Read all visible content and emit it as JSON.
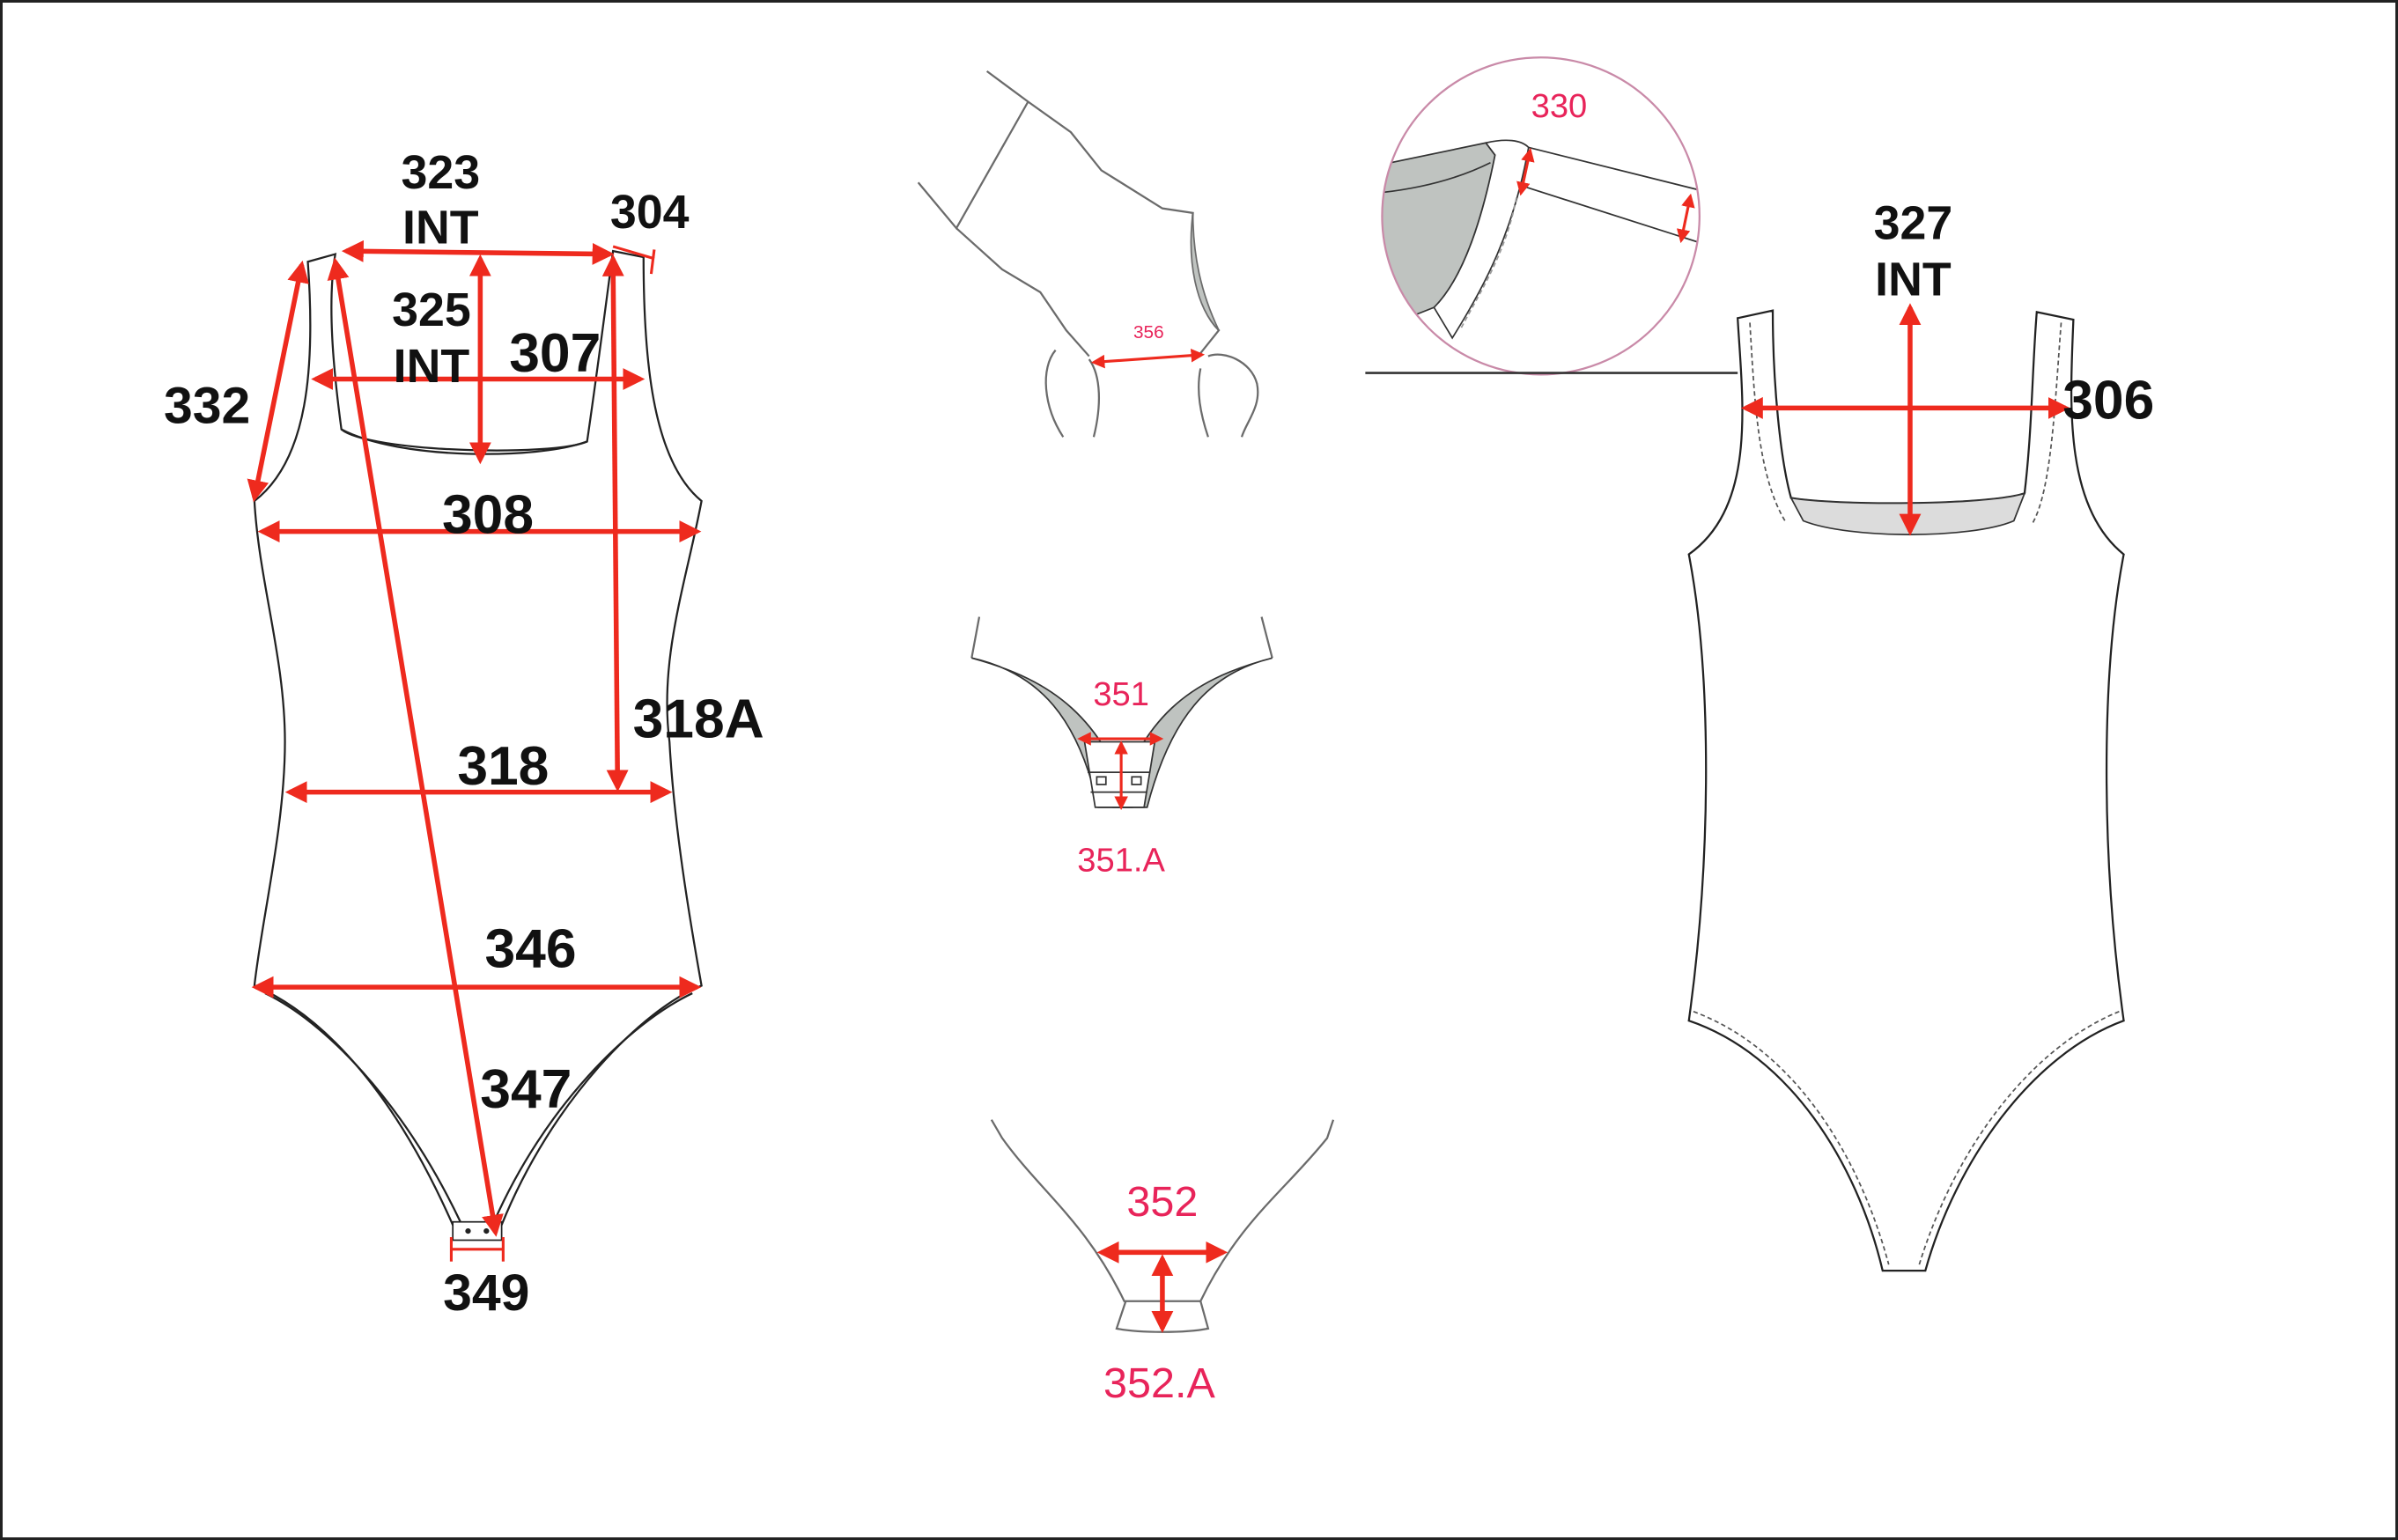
{
  "colors": {
    "arrow": "#ee2a1e",
    "detail_label": "#e8245a",
    "circle": "#c98aa8",
    "lining": "#bfc3c0"
  },
  "front_view": {
    "labels": {
      "m323": "323",
      "m323_sub": "INT",
      "m304": "304",
      "m325": "325",
      "m325_sub": "INT",
      "m307": "307",
      "m332": "332",
      "m308": "308",
      "m318A": "318A",
      "m318": "318",
      "m346": "346",
      "m347": "347",
      "m349": "349"
    }
  },
  "details": {
    "stretch": {
      "label": "356"
    },
    "strap_zoom": {
      "label": "330"
    },
    "crotch_inside": {
      "width_label": "351",
      "height_label": "351.A"
    },
    "crotch_outside": {
      "width_label": "352",
      "height_label": "352.A"
    }
  },
  "back_view": {
    "labels": {
      "m327": "327",
      "m327_sub": "INT",
      "m306": "306"
    }
  }
}
